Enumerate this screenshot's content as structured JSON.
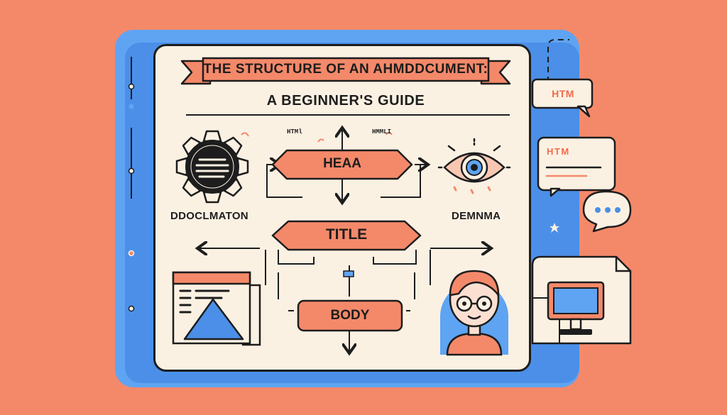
{
  "title": {
    "line1": "THE STRUCTURE OF AN AHMDDCUMENT:",
    "line2": "A BEGINNER'S GUIDE"
  },
  "nodes": {
    "head": "HEAA",
    "title": "TITLE",
    "body": "BODY"
  },
  "side_labels": {
    "left": "DDOCLMATON",
    "right": "DEMNMA"
  },
  "tiny_labels": {
    "left": "HTMl",
    "right": "HMMLI"
  },
  "bubble_tag": "HTM",
  "chat_bubble": "HTM",
  "colors": {
    "background": "#f4896a",
    "panel_blue": "#5ea4f2",
    "sheet": "#fbf1e3",
    "accent_orange": "#f4896a",
    "ink": "#1d1d1d"
  },
  "icons": [
    "gear-icon",
    "eye-icon",
    "document-window-icon",
    "avatar-person-icon",
    "speech-bubble-icon",
    "monitor-icon",
    "star-icon"
  ]
}
